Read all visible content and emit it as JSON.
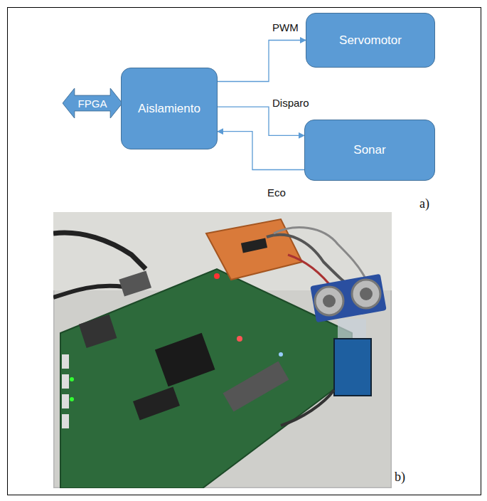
{
  "diagram": {
    "nodes": [
      {
        "text": [
          "FPGA"
        ]
      },
      {
        "text": [
          "Aislamiento"
        ]
      },
      {
        "text": [
          "Servomotor"
        ]
      },
      {
        "text": [
          "Sonar"
        ]
      }
    ],
    "edges": [
      {
        "from": 1,
        "to": 2,
        "label": "PWM",
        "arrow": "to"
      },
      {
        "from": 1,
        "to": 3,
        "label": "Disparo",
        "arrow": "to"
      },
      {
        "from": 3,
        "to": 1,
        "label": "Eco",
        "arrow": "to"
      }
    ],
    "labels": [
      "a)",
      "b)"
    ]
  }
}
